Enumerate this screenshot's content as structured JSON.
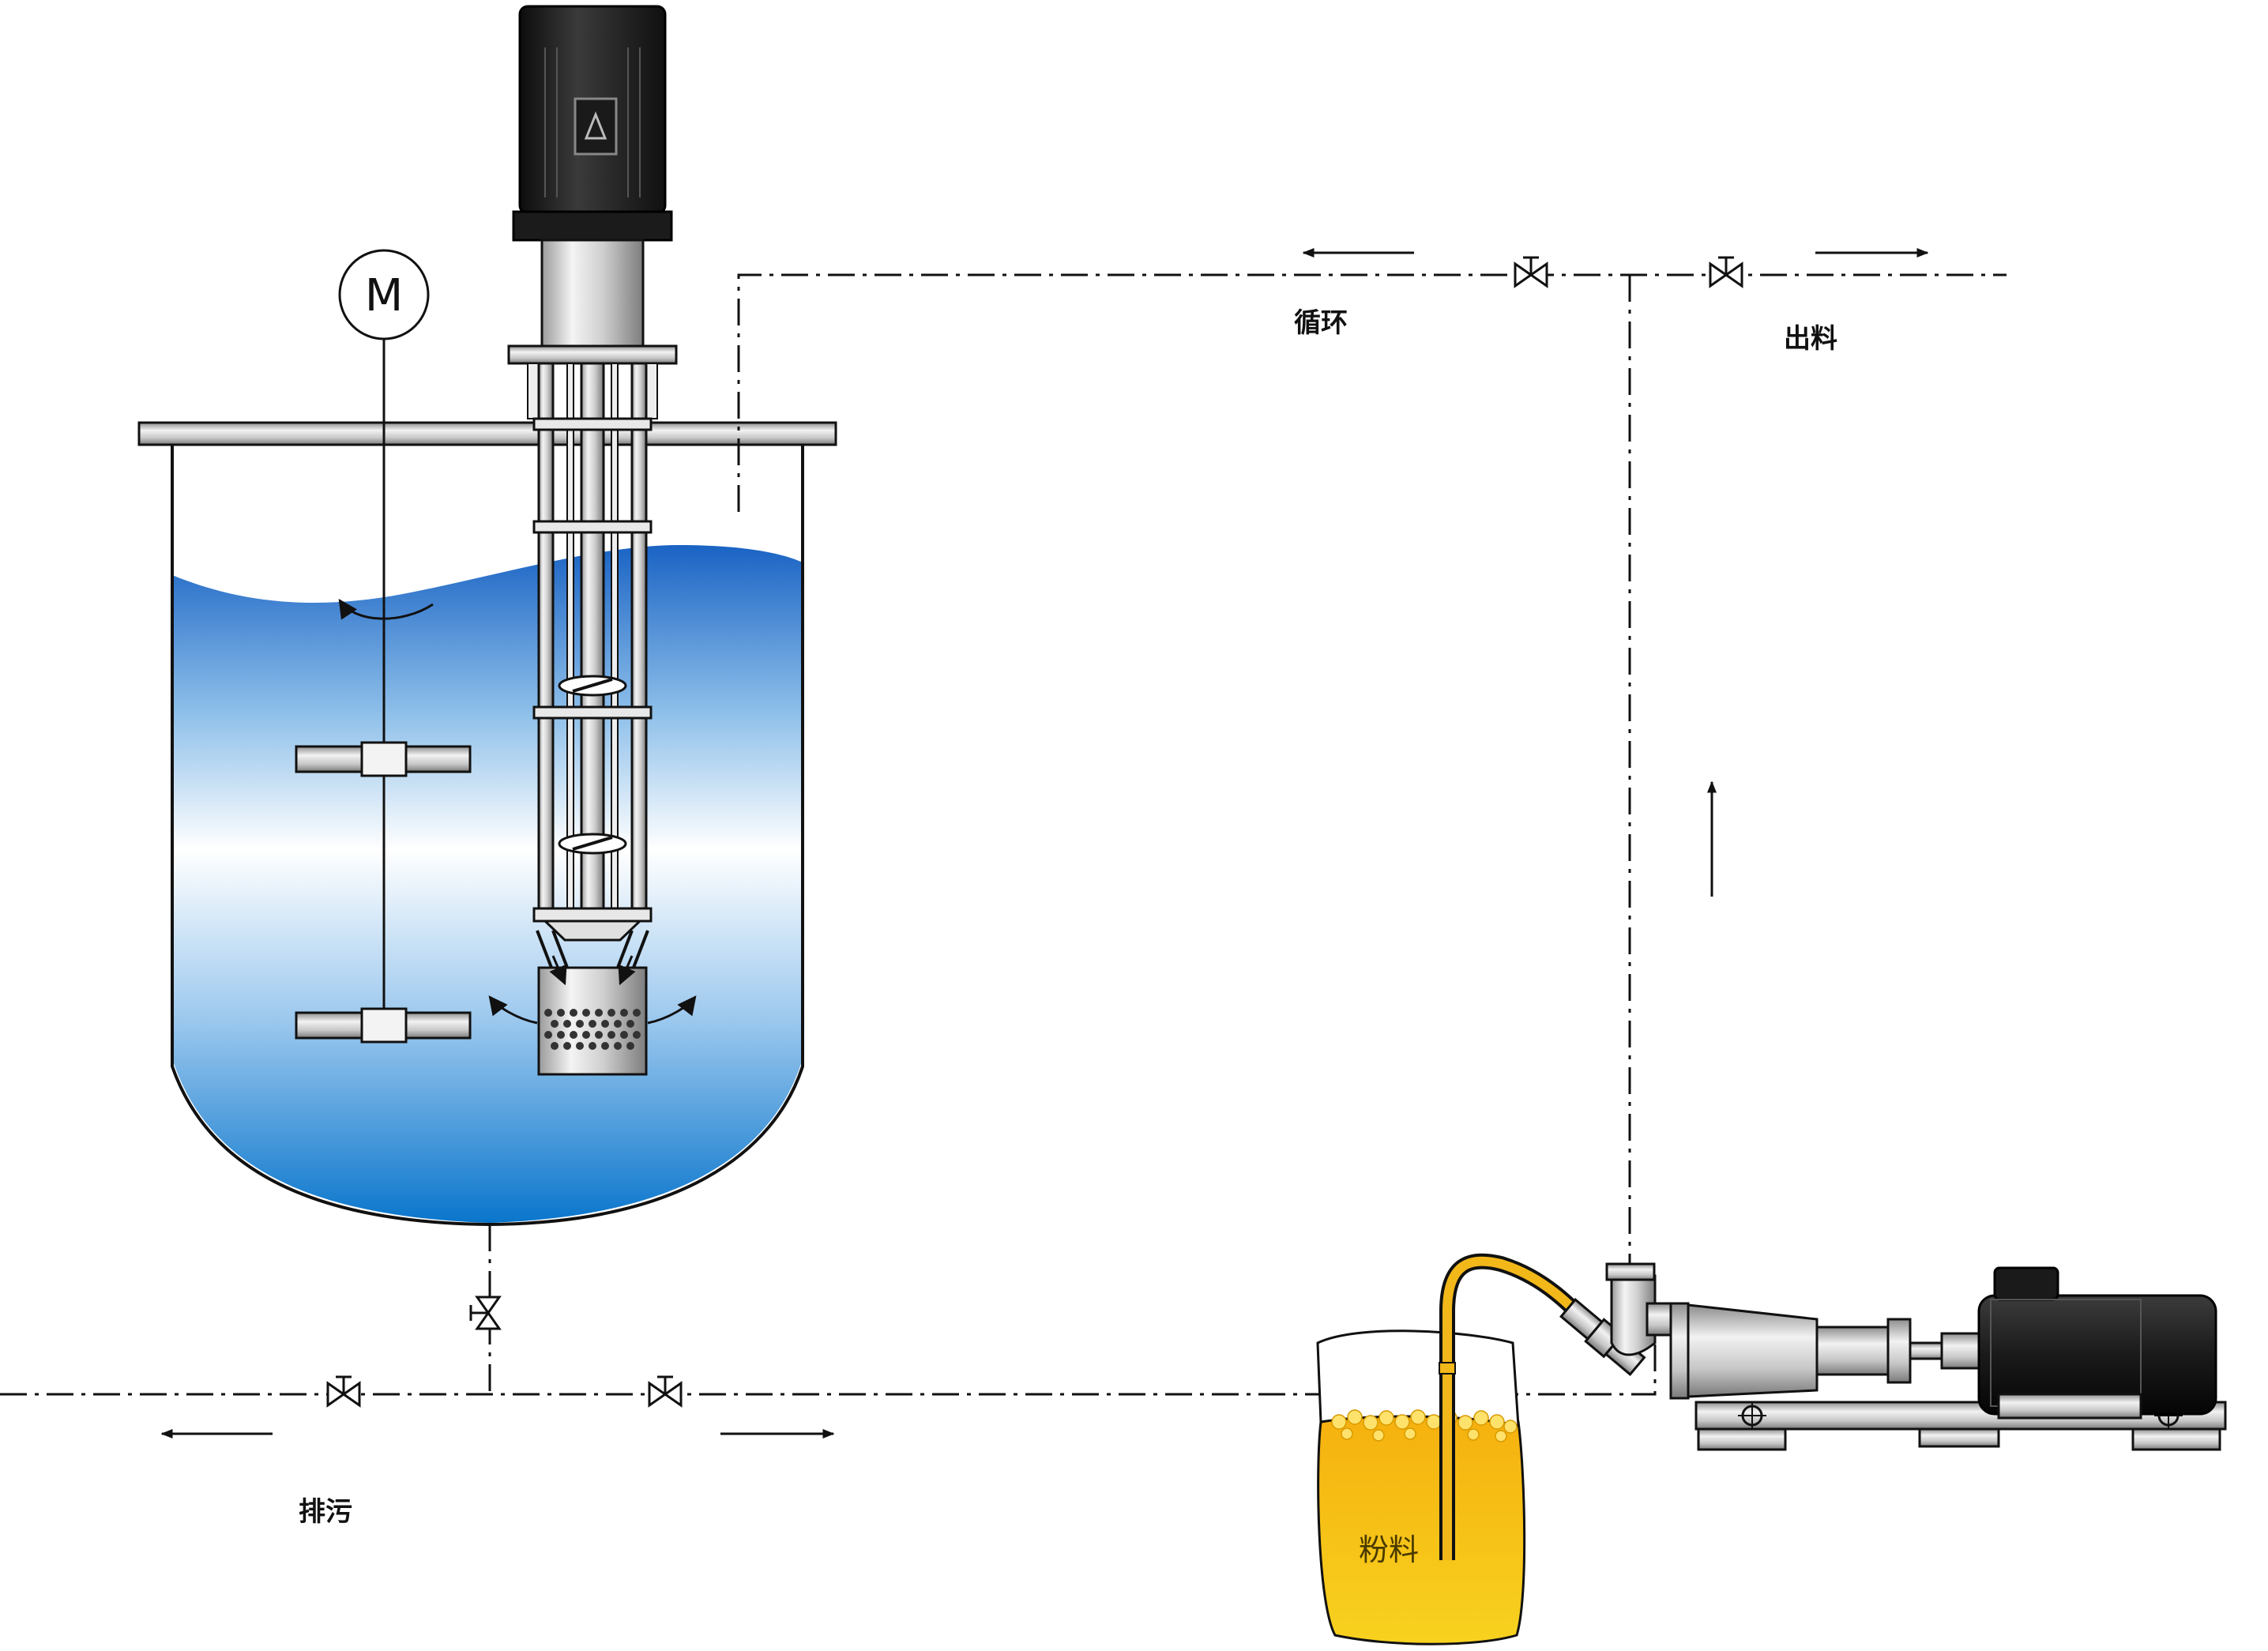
{
  "diagram": {
    "motor_symbol": "M",
    "labels": {
      "circulation": "循环",
      "discharge": "出料",
      "drain": "排污",
      "powder": "粉料"
    },
    "colors": {
      "liquid_top": "#1a63c4",
      "liquid_mid": "#ffffff",
      "liquid_bottom": "#0a7ecf",
      "powder_fill": "#f6c21a",
      "motor_dark": "#1b1b1b",
      "steel_light": "#d9d9d9",
      "line": "#111111"
    },
    "icons": [
      "motor-symbol-icon",
      "valve-icon",
      "flow-arrow-icon",
      "rotation-arrow-icon",
      "motor-icon",
      "pump-icon"
    ]
  }
}
